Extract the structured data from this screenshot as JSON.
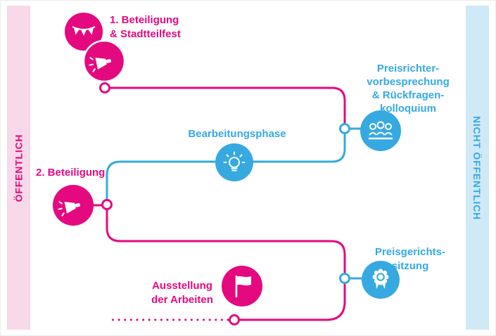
{
  "legend": {
    "left_band": "ÖFFENTLICH",
    "right_band": "NICHT ÖFFENTLICH"
  },
  "palette": {
    "pink": "#e5097f",
    "blue": "#36a9e1",
    "light_pink": "#f8d9e9",
    "light_blue": "#cfe9f6"
  },
  "stations": [
    {
      "name": "beteiligung-1",
      "color": "#e5097f",
      "icons": [
        "bunting-icon",
        "megaphone-icon"
      ],
      "lines": [
        "1. Beteiligung",
        "& Stadtteilfest"
      ]
    },
    {
      "name": "preisrichtervorbesprechung",
      "color": "#36a9e1",
      "icons": [
        "jury-icon"
      ],
      "lines": [
        "Preisrichter-",
        "vorbesprechung",
        "& Rückfragen-",
        "kolloquium"
      ]
    },
    {
      "name": "bearbeitungsphase",
      "color": "#36a9e1",
      "icons": [
        "lightbulb-icon"
      ],
      "lines": [
        "Bearbeitungsphase"
      ]
    },
    {
      "name": "beteiligung-2",
      "color": "#e5097f",
      "icons": [
        "megaphone-icon"
      ],
      "lines": [
        "2. Beteiligung"
      ]
    },
    {
      "name": "preisgerichtssitzung",
      "color": "#36a9e1",
      "icons": [
        "award-icon"
      ],
      "lines": [
        "Preisgerichts-",
        "sitzung"
      ]
    },
    {
      "name": "ausstellung",
      "color": "#e5097f",
      "icons": [
        "flag-icon"
      ],
      "lines": [
        "Ausstellung",
        "der Arbeiten"
      ]
    }
  ]
}
